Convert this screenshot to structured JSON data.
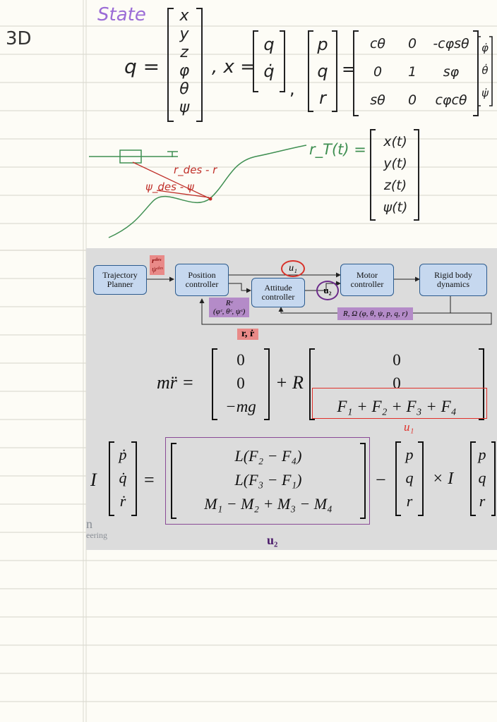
{
  "note": {
    "margin_label": "3D",
    "state_title": "State",
    "state_lhs": "q =",
    "state_vector": [
      "x",
      "y",
      "z",
      "φ",
      "θ",
      "ψ"
    ],
    "x_def_lhs": ", x =",
    "x_def_vector": [
      "q",
      "q̇"
    ],
    "body_rates": [
      "p",
      "q",
      "r"
    ],
    "rotation_matrix": [
      [
        "cθ",
        "0",
        "-cφsθ"
      ],
      [
        "0",
        "1",
        "sφ"
      ],
      [
        "sθ",
        "0",
        "cφcθ"
      ]
    ],
    "euler_rates": [
      "φ̇",
      "θ̇",
      "ψ̇"
    ],
    "trajectory_lhs": "r_T(t) =",
    "trajectory_vector": [
      "x(t)",
      "y(t)",
      "z(t)",
      "ψ(t)"
    ],
    "error_r": "r_des - r",
    "error_psi": "ψ_des - ψ"
  },
  "slide": {
    "blocks": {
      "trajectory_planner": "Trajectory Planner",
      "position_controller": "Position controller",
      "attitude_controller": "Attitude controller",
      "motor_controller": "Motor controller",
      "rigid_body_dynamics": "Rigid body dynamics"
    },
    "labels": {
      "r_des": "rᵈᵉˢ",
      "psi_des": "ψᵈᵉˢ",
      "u1": "u₁",
      "u2": "u₂",
      "R_c": "Rᶜ",
      "angles_c": "(φᶜ, θᶜ, ψᶜ)",
      "state_feedback": "R, Ω (φ, θ, ψ, p, q, r)",
      "r_rdot": "r, ṙ"
    },
    "translational": {
      "lhs": "mr̈ =",
      "gravity": [
        "0",
        "0",
        "−mg"
      ],
      "plus_R": "+ R",
      "thrust": [
        "0",
        "0",
        "F₁ + F₂ + F₃ + F₄"
      ],
      "u1_label": "u₁"
    },
    "rotational": {
      "lhs_I": "I",
      "rates_dot": [
        "ṗ",
        "q̇",
        "ṙ"
      ],
      "eq": "=",
      "moments": [
        "L(F₂ − F₄)",
        "L(F₃ − F₁)",
        "M₁ − M₂ + M₃ − M₄"
      ],
      "minus": "−",
      "omega": [
        "p",
        "q",
        "r"
      ],
      "cross_I": "× I",
      "u2_label": "u₂"
    },
    "watermark": [
      "n",
      "eering"
    ]
  },
  "colors": {
    "ink": "#222222",
    "purple": "#9b6cd6",
    "red": "#c0302a",
    "green": "#3f8f52",
    "block_fill": "#c6d8ef",
    "highlight_red": "#e98a88",
    "highlight_purple": "#b48bc8"
  }
}
